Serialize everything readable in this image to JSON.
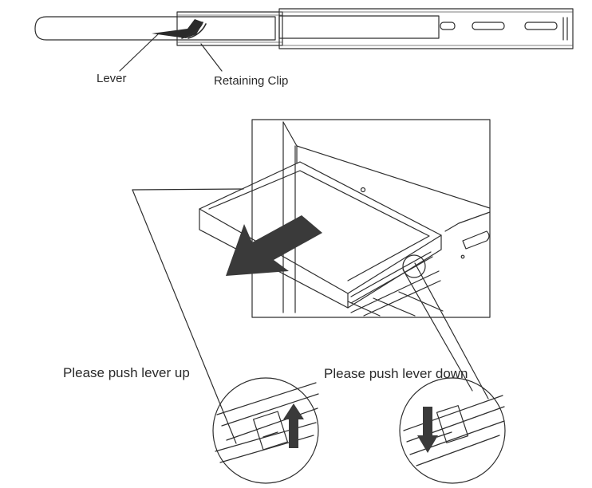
{
  "labels": {
    "lever": "Lever",
    "retaining_clip": "Retaining Clip",
    "push_up": "Please push lever up",
    "push_down": "Please push lever down"
  },
  "colors": {
    "ink": "#2e2e2e",
    "arrow": "#3a3a3a",
    "paper": "#ffffff"
  }
}
